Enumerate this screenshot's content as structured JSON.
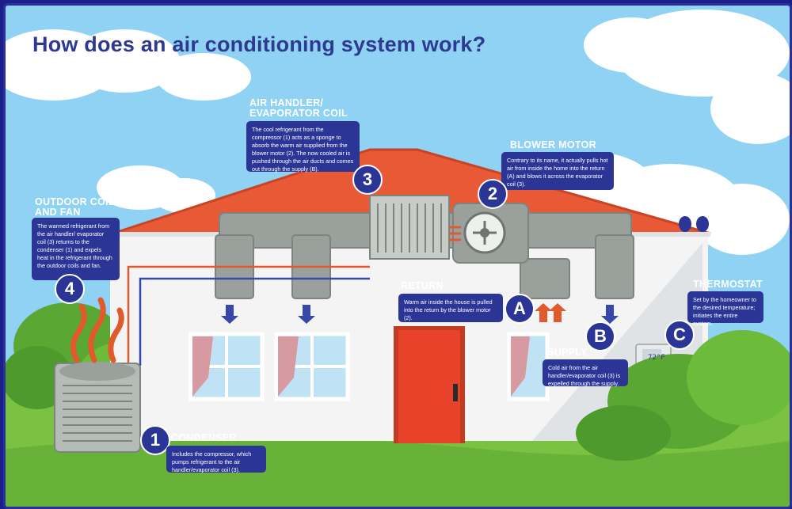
{
  "title": "How does an air conditioning system work?",
  "thermostat_display": "72°F",
  "colors": {
    "navy": "#2a3596",
    "roof": "#e85a36",
    "duct": "#9aa19c",
    "supply_line": "#3848a8",
    "return_line": "#e05a2e",
    "door": "#e8422a",
    "sky": "#8fd2f4",
    "grass": "#7cc242"
  },
  "components": [
    {
      "marker": "1",
      "heading": "Condenser",
      "text": "Includes the compressor, which pumps refrigerant to the air handler/evaporator coil (3)."
    },
    {
      "marker": "2",
      "heading": "Blower Motor",
      "text": "Contrary to its name, it actually pulls hot air from inside the home into the return (A) and blows it across the evaporator coil (3)."
    },
    {
      "marker": "3",
      "heading": "Air Handler/ Evaporator Coil",
      "text": "The cool refrigerant from the compressor (1) acts as a sponge to absorb the warm air supplied from the blower motor (2). The now cooled air is pushed through the air ducts and comes out through the supply (B)."
    },
    {
      "marker": "4",
      "heading": "Outdoor Coils and Fan",
      "text": "The warmed refrigerant from the air handler/ evaporator coil (3) returns to the condenser (1) and expels heat in the refrigerant through the outdoor coils and fan."
    },
    {
      "marker": "A",
      "heading": "Return",
      "text": "Warm air inside the house is pulled into the return by the blower motor (2)."
    },
    {
      "marker": "B",
      "heading": "Supply",
      "text": "Cold air from the air handler/evaporator coil (3) is expelled through the supply."
    },
    {
      "marker": "C",
      "heading": "Thermostat",
      "text": "Set by the homeowner to the desired temperature; initiates the entire system."
    }
  ]
}
